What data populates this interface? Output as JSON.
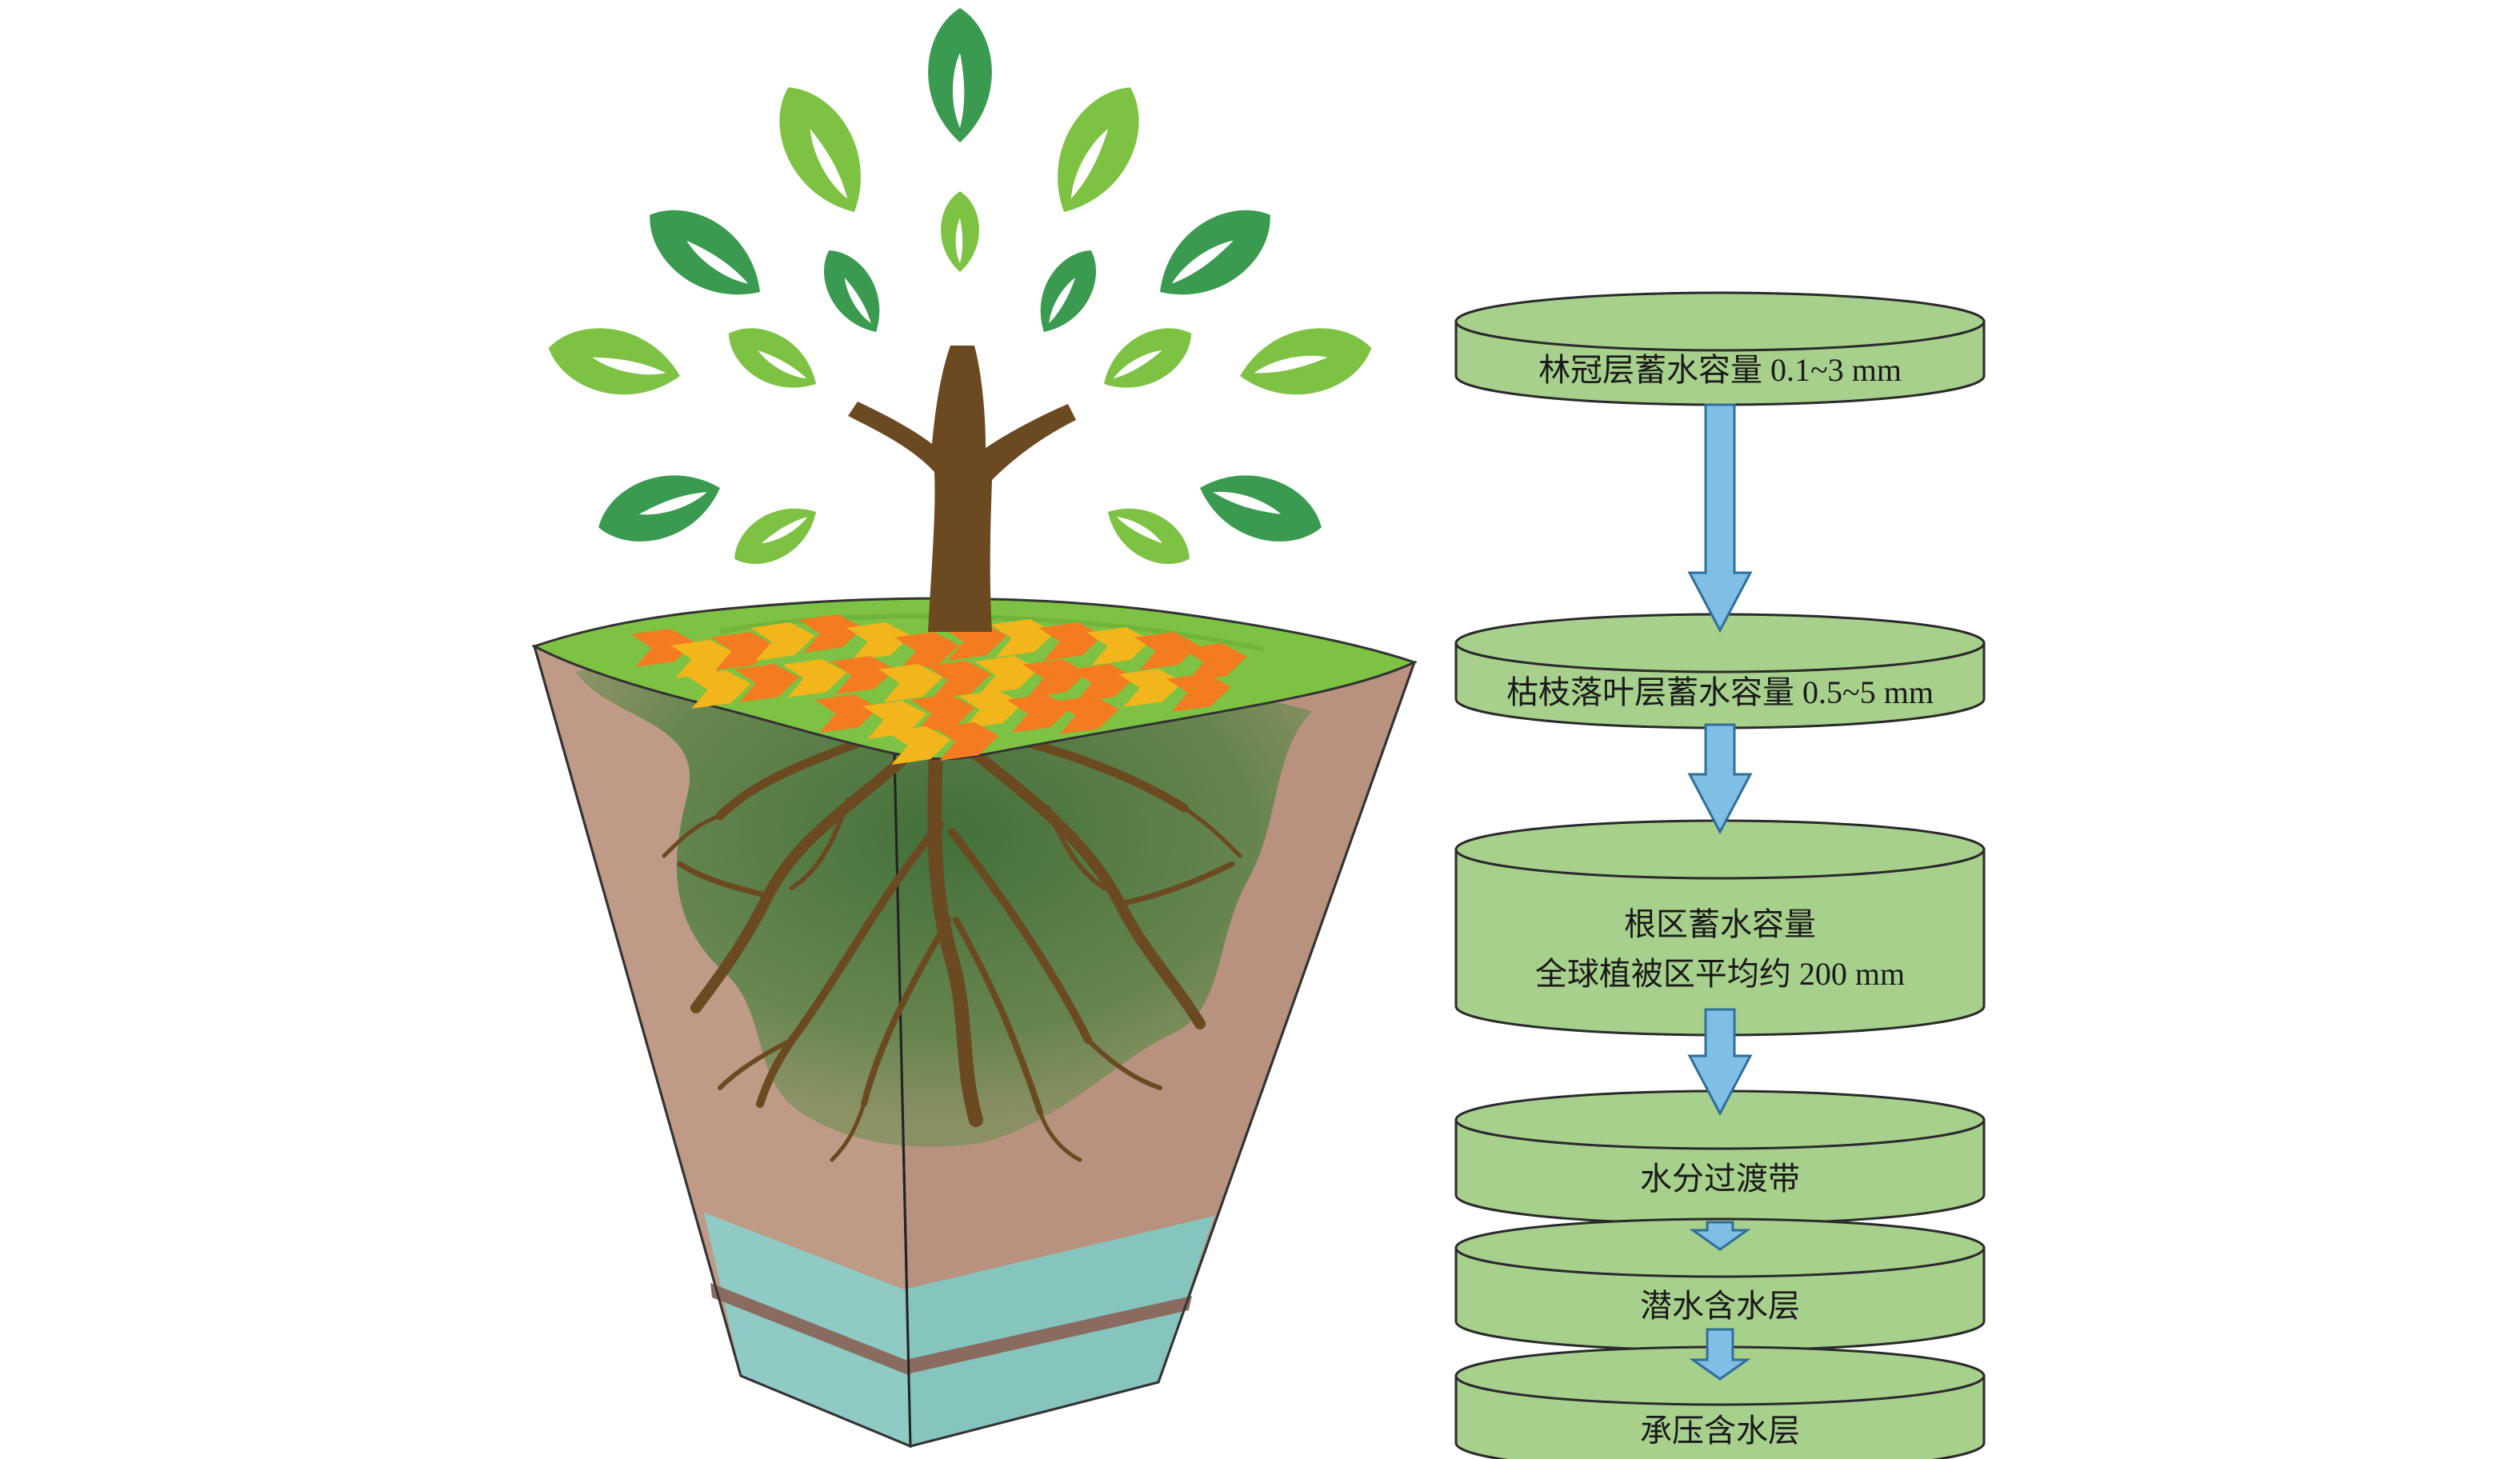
{
  "layers": [
    {
      "id": "canopy",
      "lines": [
        "林冠层蓄水容量 0.1~3 mm"
      ]
    },
    {
      "id": "litter",
      "lines": [
        "枯枝落叶层蓄水容量 0.5~5 mm"
      ]
    },
    {
      "id": "root_zone",
      "lines": [
        "根区蓄水容量",
        "全球植被区平均约 200 mm"
      ]
    },
    {
      "id": "transition",
      "lines": [
        "水分过渡带"
      ]
    },
    {
      "id": "unconfined",
      "lines": [
        "潜水含水层"
      ]
    },
    {
      "id": "confined",
      "lines": [
        "承压含水层"
      ]
    }
  ],
  "colors": {
    "disk_fill": "#a8d08d",
    "disk_stroke": "#2a2a2a",
    "arrow_fill": "#7fbfe6",
    "arrow_stroke": "#2f6f9a",
    "leaf_dark": "#3a9a50",
    "leaf_light": "#7dc242",
    "trunk": "#6b4a22",
    "soil": "#bf9a86",
    "ground_top": "#7dc242",
    "root_zone_green": "#3f7a37",
    "aquifer": "#8fcac4",
    "aquitard": "#8a6b60",
    "litter_orange": "#f47b20",
    "litter_yellow": "#f2b51c"
  }
}
